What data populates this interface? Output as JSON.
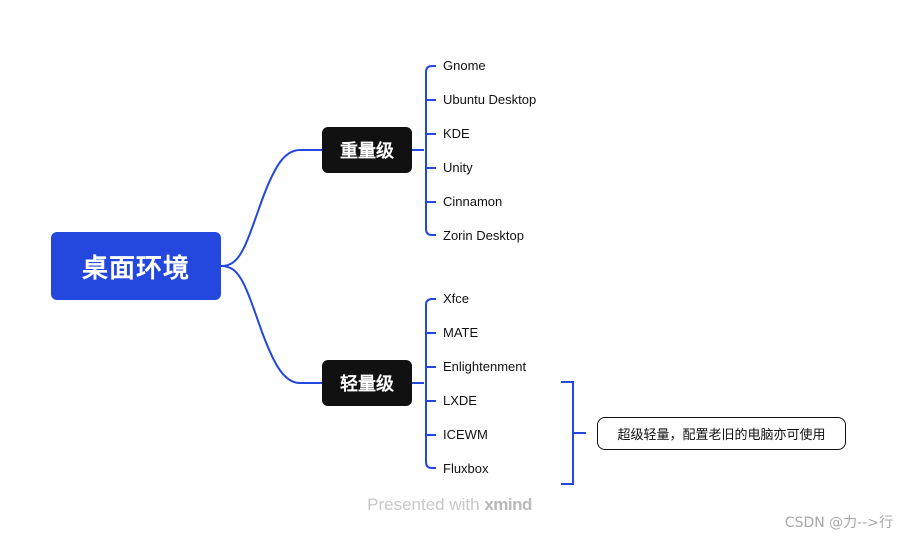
{
  "root": {
    "label": "桌面环境"
  },
  "branches": [
    {
      "label": "重量级",
      "items": [
        "Gnome",
        "Ubuntu Desktop",
        "KDE",
        "Unity",
        "Cinnamon",
        "Zorin Desktop"
      ]
    },
    {
      "label": "轻量级",
      "items": [
        "Xfce",
        "MATE",
        "Enlightenment",
        "LXDE",
        "ICEWM",
        "Fluxbox"
      ]
    }
  ],
  "callout": {
    "text": "超级轻量，配置老旧的电脑亦可使用"
  },
  "footer": {
    "prefix": "Presented with ",
    "brand": "xmind"
  },
  "watermark": "CSDN @力-->行",
  "colors": {
    "root": "#2447de",
    "branch": "#111111",
    "connector": "#2447de"
  }
}
